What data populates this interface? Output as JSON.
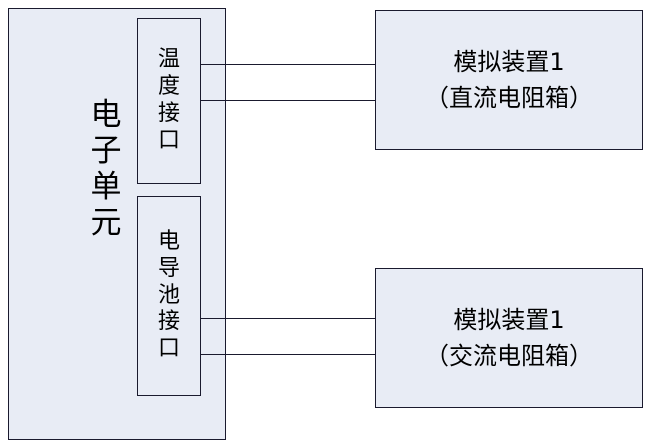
{
  "diagram": {
    "title": "",
    "colors": {
      "box_fill": "#e8ecf5",
      "box_stroke": "#1a1a2e",
      "background": "#ffffff"
    },
    "unit": {
      "label_lines": [
        "电",
        "子",
        "单",
        "元"
      ],
      "label_full": "电子单元"
    },
    "interfaces": [
      {
        "id": "temperature-interface",
        "label_lines": [
          "温",
          "度",
          "接",
          "口"
        ],
        "label_full": "温度接口"
      },
      {
        "id": "conductivity-cell-interface",
        "label_lines": [
          "电",
          "导",
          "池",
          "接",
          "口"
        ],
        "label_full": "电导池接口"
      }
    ],
    "devices": [
      {
        "id": "device-1",
        "line1": "模拟装置1",
        "line2": "（直流电阻箱）"
      },
      {
        "id": "device-2",
        "line1": "模拟装置1",
        "line2": "（交流电阻箱）"
      }
    ],
    "connections": [
      {
        "id": "wire-1",
        "from": "temperature-interface",
        "to": "device-1"
      },
      {
        "id": "wire-2",
        "from": "temperature-interface",
        "to": "device-1"
      },
      {
        "id": "wire-3",
        "from": "conductivity-cell-interface",
        "to": "device-2"
      },
      {
        "id": "wire-4",
        "from": "conductivity-cell-interface",
        "to": "device-2"
      }
    ]
  }
}
